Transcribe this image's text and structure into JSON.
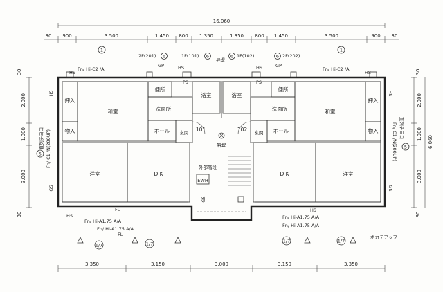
{
  "dimensions": {
    "overall_top": "16.060",
    "top": [
      "900",
      "3.500",
      "1.450",
      "800",
      "1.350",
      "1.350",
      "800",
      "1.450",
      "3.500",
      "900"
    ],
    "bottom": [
      "3.350",
      "3.150",
      "3.000",
      "3.150",
      "3.350"
    ],
    "left": [
      "2.000",
      "1.000",
      "3.000"
    ],
    "right_total": "6.060",
    "right": [
      "2.000",
      "1.000",
      "3.000"
    ],
    "corner": "30"
  },
  "rooms": {
    "washitsu": "和室",
    "oshiire": "押入",
    "monoire": "物入",
    "yoshitsu": "洋室",
    "dk": "D K",
    "benjo": "便所",
    "yokushitsu": "浴室",
    "senmenjo": "洗面所",
    "hall": "ホール",
    "genkan": "玄関",
    "unit_101": "101",
    "unit_102": "102",
    "yosui": "容堤",
    "rouka": "外部階段",
    "ewh": "EWH"
  },
  "notes": {
    "gp_left": "2F(201)",
    "gp_mid_left": "1F(101)",
    "kaisuru": "昇堤",
    "gp_mid_right": "1F(102)",
    "gp_right": "2F(202)",
    "gp": "GP",
    "fn_top_left": "Fn/ Hi-C2 /A",
    "fn_top_right": "Fn/ Hi-C2 /A",
    "fn_bottom_1": "Fn/ Hi-A1.75 A/A",
    "fn_bottom_2": "Fn/ Hi-A1.75 A/A",
    "fn_bottom_3": "Fn/ Hi-A1.75 A/A",
    "fn_bottom_4": "Fn/ Hi-A1.75 A/A",
    "fn_left_side": "Fn/ C1 /N(200UP)",
    "fn_right_side": "Fn/ C1 /N(200UP)",
    "side_left": "直列チヨコ",
    "side_right": "直列チヨコ",
    "hs": "HS",
    "gs": "GS",
    "ps": "PS",
    "fl": "FL",
    "circle1": "1",
    "circle5": "5",
    "circle6": "6",
    "frac": "1/7",
    "misc": "ポカテアッフ"
  }
}
